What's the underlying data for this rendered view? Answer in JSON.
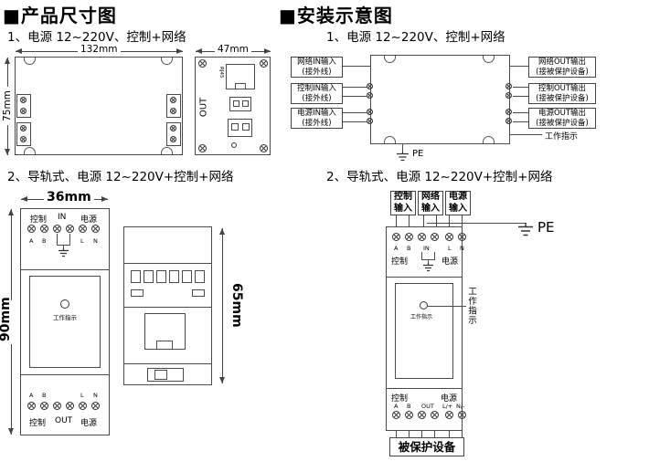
{
  "product": {
    "title": "■产品尺寸图",
    "sub1": "1、电源 12~220V、控制+网络",
    "sub2": "2、导轨式、电源 12~220V+控制+网络",
    "top_view": {
      "width": "132mm",
      "height": "75mm"
    },
    "side_view": {
      "width": "47mm",
      "out": "OUT",
      "rj45": "RJ45"
    },
    "rail_front": {
      "width": "36mm",
      "height": "90mm",
      "top_ctrl": "控制",
      "top_in": "IN",
      "top_power": "电源",
      "top_pins": [
        "A",
        "B",
        "L",
        "N"
      ],
      "led_label": "工作指示",
      "bot_pins": [
        "A",
        "B",
        "L",
        "N"
      ],
      "bot_ctrl": "控制",
      "bot_out": "OUT",
      "bot_power": "电源"
    },
    "rail_side": {
      "height": "65mm"
    }
  },
  "install": {
    "title": "■安装示意图",
    "sub1": "1、电源 12~220V、控制+网络",
    "sub2": "2、导轨式、电源 12~220V+控制+网络",
    "d1": {
      "in_labels": [
        [
          "网络IN输入",
          "(接外线)"
        ],
        [
          "控制IN输入",
          "(接外线)"
        ],
        [
          "电源IN输入",
          "(接外线)"
        ]
      ],
      "out_labels": [
        [
          "网络OUT输出",
          "(接被保护设备)"
        ],
        [
          "控制OUT输出",
          "(接被保护设备)"
        ],
        [
          "电源OUT输出",
          "(接被保护设备)"
        ]
      ],
      "indicator": "工作指示",
      "pe": "PE"
    },
    "d2": {
      "top_labels": [
        [
          "控制",
          "输入"
        ],
        [
          "网络",
          "输入"
        ],
        [
          "电源",
          "输入"
        ]
      ],
      "pe": "PE",
      "top_ctrl": "控制",
      "top_power": "电源",
      "top_pins": [
        "A",
        "B",
        "IN",
        "L",
        "N"
      ],
      "led_label": "工作指示",
      "callout": "工作指示",
      "bot_ctrl": "控制",
      "bot_power": "电源",
      "bot_pins": [
        "A",
        "B",
        "OUT",
        "L/+",
        "N/-"
      ],
      "protected": "被保护设备"
    }
  }
}
